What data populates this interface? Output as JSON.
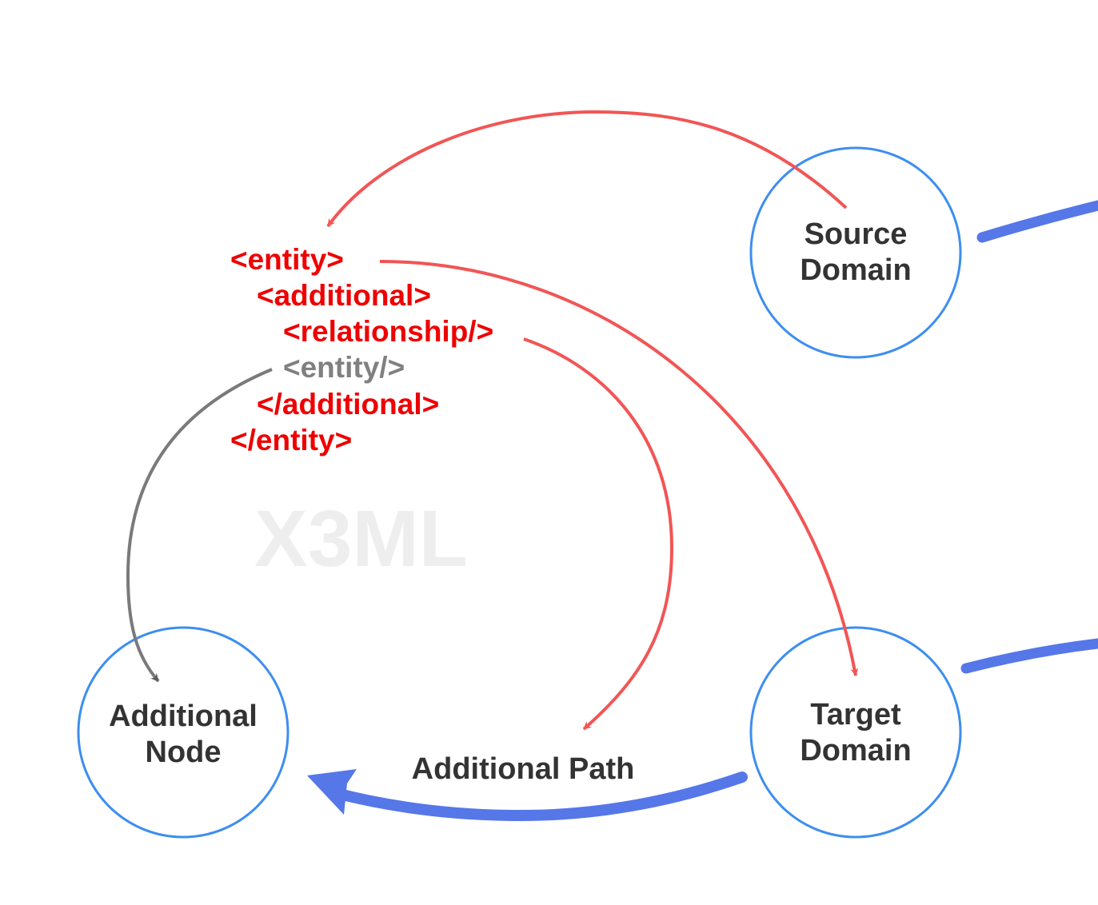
{
  "watermark": "X3ML",
  "nodes": {
    "source": {
      "line1": "Source",
      "line2": "Domain"
    },
    "target": {
      "line1": "Target",
      "line2": "Domain"
    },
    "additional": {
      "line1": "Additional",
      "line2": "Node"
    }
  },
  "edges": {
    "additional_path_label": "Additional Path"
  },
  "code": {
    "entity_open": "<entity>",
    "additional_open": "<additional>",
    "relationship": "<relationship/>",
    "entity_inner": "<entity/>",
    "additional_close": "</additional>",
    "entity_close": "</entity>"
  },
  "colors": {
    "node_stroke": "#3d8ef0",
    "code_red": "#ee0000",
    "arrow_red": "#f25555",
    "code_gray": "#808080",
    "arrow_gray": "#5a5a5a",
    "path_blue": "#5677e8",
    "text_dark": "#333333",
    "watermark": "#eeeeee"
  }
}
